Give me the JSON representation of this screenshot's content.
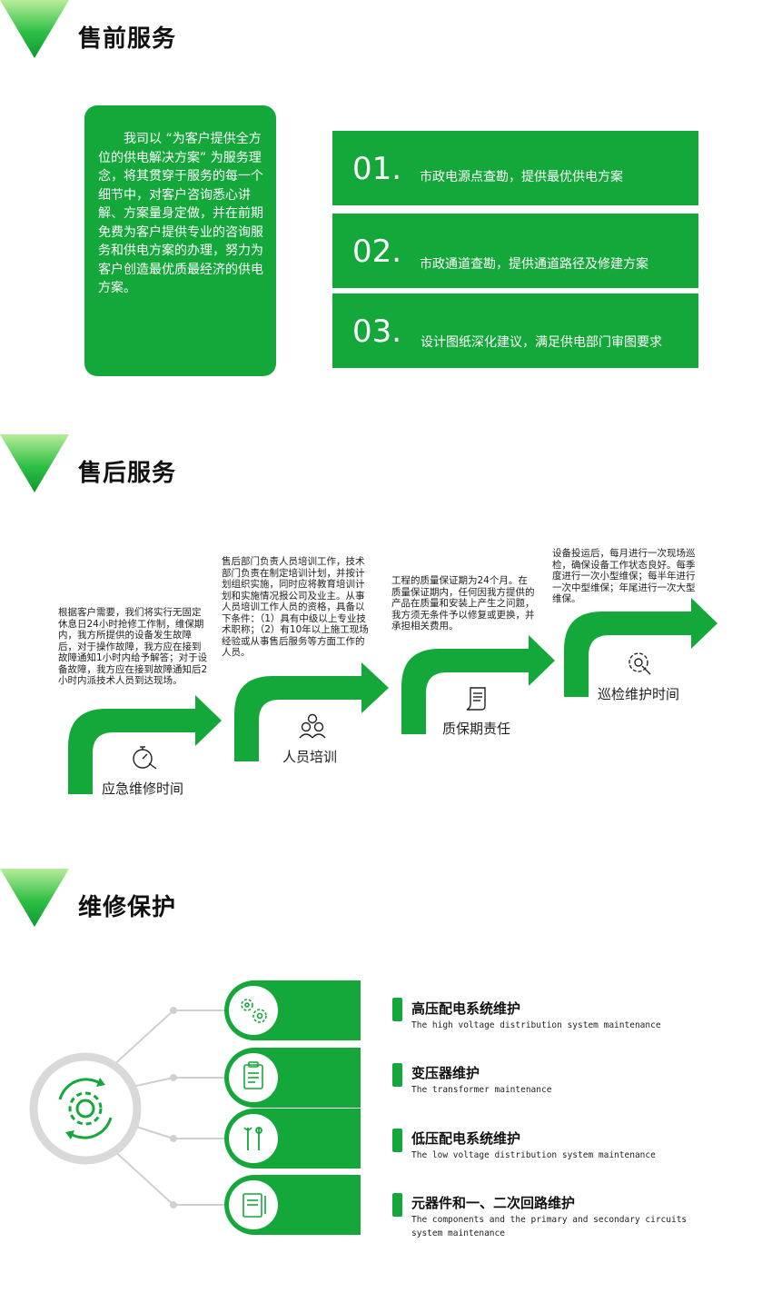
{
  "sections": {
    "pre_sale": "售前服务",
    "after_sale": "售后服务",
    "maintenance": "维修保护"
  },
  "pre_sale": {
    "intro": "我司以 “为客户提供全方位的供电解决方案” 为服务理念，将其贯穿于服务的每一个细节中，对客户咨询悉心讲解、方案量身定做，并在前期免费为客户提供专业的咨询服务和供电方案的办理，努力为客户创造最优质最经济的供电方案。",
    "items": [
      {
        "num": "01.",
        "text": "市政电源点查勘，提供最优供电方案"
      },
      {
        "num": "02.",
        "text": "市政通道查勘，提供通道路径及修建方案"
      },
      {
        "num": "03.",
        "text": "设计图纸深化建议，满足供电部门审图要求"
      }
    ]
  },
  "after_sale": {
    "steps": [
      {
        "label": "应急维修时间",
        "icon": "stopwatch-icon",
        "text": "根据客户需要，我们将实行无固定休息日24小时抢修工作制，维保期内，我方所提供的设备发生故障后，对于操作故障，我方应在接到故障通知1小时内给予解答；对于设备故障，我方应在接到故障通知后2小时内派技术人员到达现场。"
      },
      {
        "label": "人员培训",
        "icon": "people-icon",
        "text": "售后部门负责人员培训工作，技术部门负责在制定培训计划，并按计划组织实施，同时应将教育培训计划和实施情况报公司及业主。从事人员培训工作人员的资格，具备以下条件：（1）具有中级以上专业技术职称；（2）有10年以上施工现场经验或从事售后服务等方面工作的人员。"
      },
      {
        "label": "质保期责任",
        "icon": "document-scroll-icon",
        "text": "工程的质量保证期为24个月。在质量保证期内，任何因我方提供的产品在质量和安装上产生之问题，我方须无条件予以修复或更换，并承担相关费用。"
      },
      {
        "label": "巡检维护时间",
        "icon": "gear-wrench-icon",
        "text": "设备投运后，每月进行一次现场巡检，确保设备工作状态良好。每季度进行一次小型维保；每半年进行一次中型维保；年尾进行一次大型维保。"
      }
    ]
  },
  "maintenance": {
    "items": [
      {
        "zh": "高压配电系统维护",
        "en": "The high voltage distribution system maintenance",
        "icon": "gears-icon"
      },
      {
        "zh": "变压器维护",
        "en": "The transformer maintenance",
        "icon": "clipboard-icon"
      },
      {
        "zh": "低压配电系统维护",
        "en": "The low voltage distribution system maintenance",
        "icon": "tools-icon"
      },
      {
        "zh": "元器件和一、二次回路维护",
        "en": "The components and  the primary and secondary circuits system maintenance",
        "icon": "manual-icon"
      }
    ],
    "hub_icon": "cycle-gear-icon"
  },
  "colors": {
    "accent": "#14a83b",
    "ring": "#d9d9d9",
    "line": "#cfcfcf"
  }
}
